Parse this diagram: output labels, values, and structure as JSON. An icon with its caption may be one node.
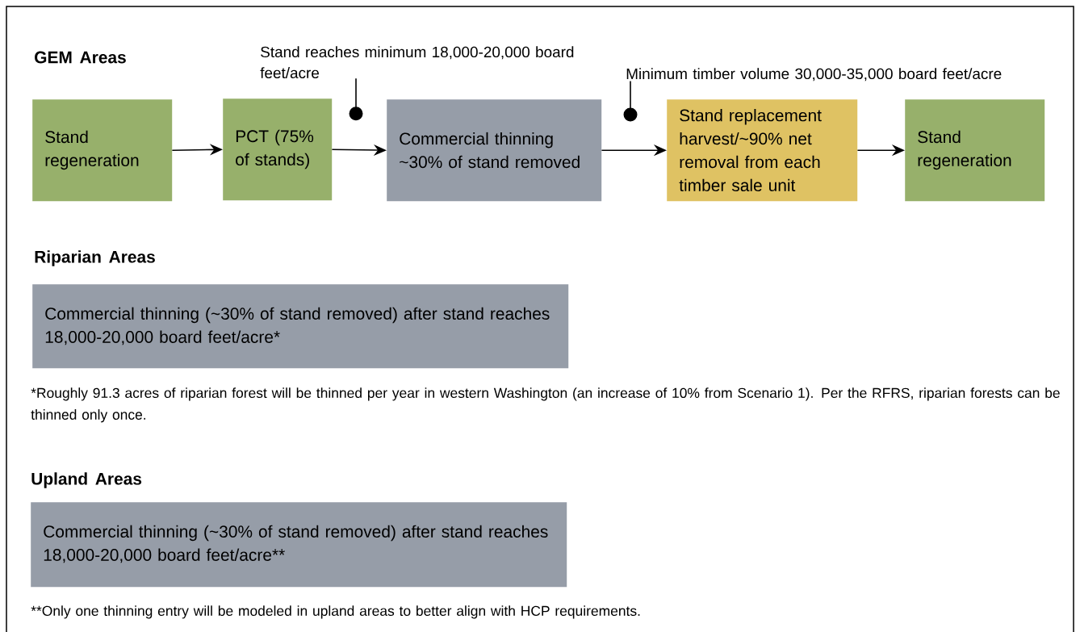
{
  "diagram": {
    "nodes": [
      {
        "text": [
          "Stand regeneration"
        ]
      },
      {
        "text": [
          "PCT (75% of stands)"
        ]
      },
      {
        "text": [
          "Commercial thinning ~30% of stand removed"
        ]
      },
      {
        "text": [
          "Stand replacement harvest/~90% net removal from each timber sale unit"
        ]
      },
      {
        "text": [
          "Stand regeneration"
        ]
      },
      {
        "text": [
          "Stand reaches minimum 18,000-20,000 board feet/acre"
        ]
      },
      {
        "text": [
          "Minimum timber volume 30,000-35,000 board feet/acre"
        ]
      },
      {
        "text": [
          "Riparian Areas",
          "Commercial thinning (~30% of stand removed) after stand reaches 18,000-20,000 board feet/acre*"
        ]
      },
      {
        "text": [
          "Upland Areas",
          "Commercial thinning (~30% of stand removed) after stand reaches 18,000-20,000 board feet/acre**"
        ]
      }
    ],
    "edges": [
      {
        "from": 0,
        "to": 1,
        "arrow": "to"
      },
      {
        "from": 1,
        "to": 2,
        "arrow": "to"
      },
      {
        "from": 2,
        "to": 3,
        "arrow": "to"
      },
      {
        "from": 3,
        "to": 4,
        "arrow": "to"
      },
      {
        "from": 5,
        "to": null,
        "arrow": "other"
      },
      {
        "from": 6,
        "to": null,
        "arrow": "other"
      }
    ],
    "labels": [
      "GEM Areas",
      "*Roughly 91.3 acres of riparian forest will be thinned per year in western Washington (an increase of 10% from Scenario 1). Per the RFRS, riparian forests can be thinned only once.",
      "**Only one thinning entry will be modeled in upland areas to better align with HCP requirements."
    ]
  }
}
